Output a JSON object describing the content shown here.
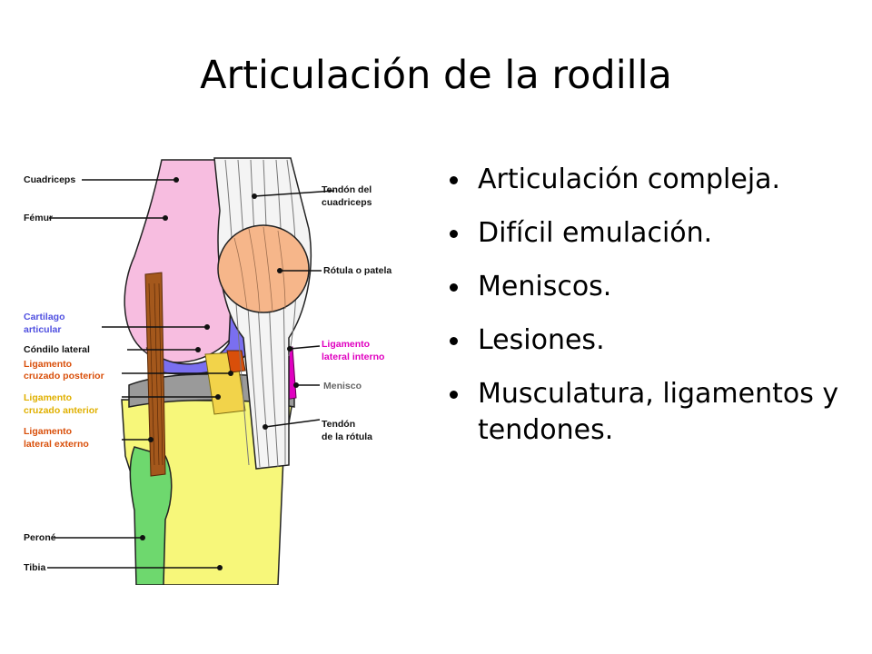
{
  "slide": {
    "title": "Articulación de la rodilla",
    "bullets": [
      "Articulación compleja.",
      "Difícil emulación.",
      "Meniscos.",
      "Lesiones.",
      "Musculatura, ligamentos y tendones."
    ]
  },
  "diagram": {
    "labels": {
      "cuadriceps": "Cuadriceps",
      "femur": "Fémur",
      "cartilago_1": "Cartilago",
      "cartilago_2": "articular",
      "condilo": "Cóndilo lateral",
      "lcp_1": "Ligamento",
      "lcp_2": "cruzado posterior",
      "lca_1": "Ligamento",
      "lca_2": "cruzado anterior",
      "lle_1": "Ligamento",
      "lle_2": "lateral externo",
      "perone": "Peroné",
      "tibia": "Tibia",
      "tendon_cuad_1": "Tendón del",
      "tendon_cuad_2": "cuadriceps",
      "rotula": "Rótula o patela",
      "lli_1": "Ligamento",
      "lli_2": "lateral interno",
      "menisco": "Menisco",
      "tendon_rot_1": "Tendón",
      "tendon_rot_2": "de la rótula"
    },
    "colors": {
      "femur": "#f7bde0",
      "cartilage": "#7a6ff0",
      "patella": "#f6b68a",
      "tibia": "#f7f77a",
      "fibula": "#6ed86e",
      "meniscus": "#9a9a9a",
      "lcp_label": "#d94f0a",
      "lca_label": "#e0b000",
      "lli_label": "#e000c0",
      "cartilage_label": "#5050e0",
      "lle_muscle": "#a4581c"
    }
  }
}
